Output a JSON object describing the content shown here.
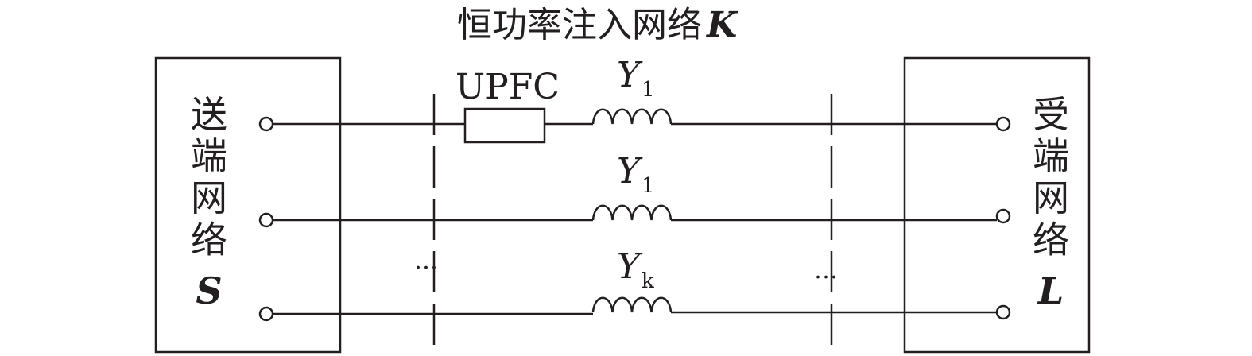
{
  "title": {
    "text": "恒功率注入网络",
    "symbol": "K"
  },
  "sending_network": {
    "chars": [
      "送",
      "端",
      "网",
      "络"
    ],
    "symbol": "S"
  },
  "receiving_network": {
    "chars": [
      "受",
      "端",
      "网",
      "络"
    ],
    "symbol": "L"
  },
  "branches": [
    {
      "device": "UPFC",
      "admittance": "Y",
      "admittance_sub": "1"
    },
    {
      "admittance": "Y",
      "admittance_sub": "1"
    },
    {
      "admittance": "Y",
      "admittance_sub": "k"
    }
  ],
  "ellipsis": "…"
}
